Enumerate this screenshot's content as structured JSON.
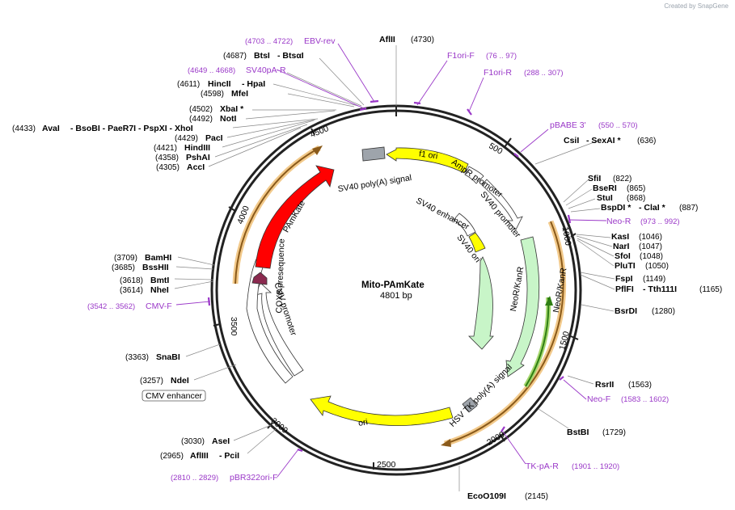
{
  "credit": "Created by  SnapGene",
  "plasmid": {
    "name": "Mito-PAmKate",
    "length_label": "4801 bp"
  },
  "ticks": [
    "500",
    "1000",
    "1500",
    "2000",
    "2500",
    "3000",
    "3500",
    "4000",
    "4500"
  ],
  "features": {
    "f1_ori": "f1 ori",
    "ampr_promoter": "AmpR promoter",
    "sv40_promoter": "SV40 promoter",
    "sv40_enhancer": "SV40 enhancer",
    "sv40_ori": "SV40 ori",
    "neokanr_inner": "NeoR/KanR",
    "neokanr_outer": "NeoR/KanR",
    "hsv_polya": "HSV TK poly(A) signal",
    "ori": "ori",
    "cmv_promoter": "CMV promoter",
    "cox8_presequence": "COX8 presequence",
    "pamkate": "PAmKate",
    "sv40_polya": "SV40 poly(A) signal",
    "cmv_enhancer_box": "CMV enhancer"
  },
  "enzymes": [
    {
      "name": "AflII",
      "coord": "(4730)"
    },
    {
      "name": "BtsI",
      "coord": "(4687)",
      "extra": "- BtsαI"
    },
    {
      "name": "HincII",
      "coord": "(4611)",
      "extra": "- HpaI"
    },
    {
      "name": "MfeI",
      "coord": "(4598)"
    },
    {
      "name": "XbaI *",
      "coord": "(4502)"
    },
    {
      "name": "NotI",
      "coord": "(4492)"
    },
    {
      "name": "AvaI",
      "coord": "(4433)",
      "extra": "- BsoBI - PaeR7I - PspXI - XhoI"
    },
    {
      "name": "PacI",
      "coord": "(4429)"
    },
    {
      "name": "HindIII",
      "coord": "(4421)"
    },
    {
      "name": "PshAI",
      "coord": "(4358)"
    },
    {
      "name": "AccI",
      "coord": "(4305)"
    },
    {
      "name": "CsiI",
      "coord": "(636)",
      "extra": "- SexAI *"
    },
    {
      "name": "SfiI",
      "coord": "(822)"
    },
    {
      "name": "BseRI",
      "coord": "(865)"
    },
    {
      "name": "StuI",
      "coord": "(868)"
    },
    {
      "name": "BspDI *",
      "coord": "(887)",
      "extra": "- ClaI *"
    },
    {
      "name": "KasI",
      "coord": "(1046)"
    },
    {
      "name": "NarI",
      "coord": "(1047)"
    },
    {
      "name": "SfoI",
      "coord": "(1048)"
    },
    {
      "name": "PluTI",
      "coord": "(1050)"
    },
    {
      "name": "FspI",
      "coord": "(1149)"
    },
    {
      "name": "PflFI",
      "coord": "(1165)",
      "extra": "- Tth111I"
    },
    {
      "name": "BsrDI",
      "coord": "(1280)"
    },
    {
      "name": "RsrII",
      "coord": "(1563)"
    },
    {
      "name": "BstBI",
      "coord": "(1729)"
    },
    {
      "name": "EcoO109I",
      "coord": "(2145)"
    },
    {
      "name": "AflIII",
      "coord": "(2965)",
      "extra": "- PciI"
    },
    {
      "name": "AseI",
      "coord": "(3030)"
    },
    {
      "name": "NdeI",
      "coord": "(3257)"
    },
    {
      "name": "SnaBI",
      "coord": "(3363)"
    },
    {
      "name": "NheI",
      "coord": "(3614)"
    },
    {
      "name": "BmtI",
      "coord": "(3618)"
    },
    {
      "name": "BssHII",
      "coord": "(3685)"
    },
    {
      "name": "BamHI",
      "coord": "(3709)"
    }
  ],
  "primers": [
    {
      "name": "EBV-rev",
      "coord": "(4703 .. 4722)"
    },
    {
      "name": "F1ori-F",
      "coord": "(76 .. 97)"
    },
    {
      "name": "F1ori-R",
      "coord": "(288 .. 307)"
    },
    {
      "name": "SV40pA-R",
      "coord": "(4649 .. 4668)"
    },
    {
      "name": "pBABE 3'",
      "coord": "(550 .. 570)"
    },
    {
      "name": "Neo-R",
      "coord": "(973 .. 992)"
    },
    {
      "name": "Neo-F",
      "coord": "(1583 .. 1602)"
    },
    {
      "name": "TK-pA-R",
      "coord": "(1901 .. 1920)"
    },
    {
      "name": "pBR322ori-F",
      "coord": "(2810 .. 2829)"
    },
    {
      "name": "CMV-F",
      "coord": "(3542 .. 3562)"
    }
  ]
}
